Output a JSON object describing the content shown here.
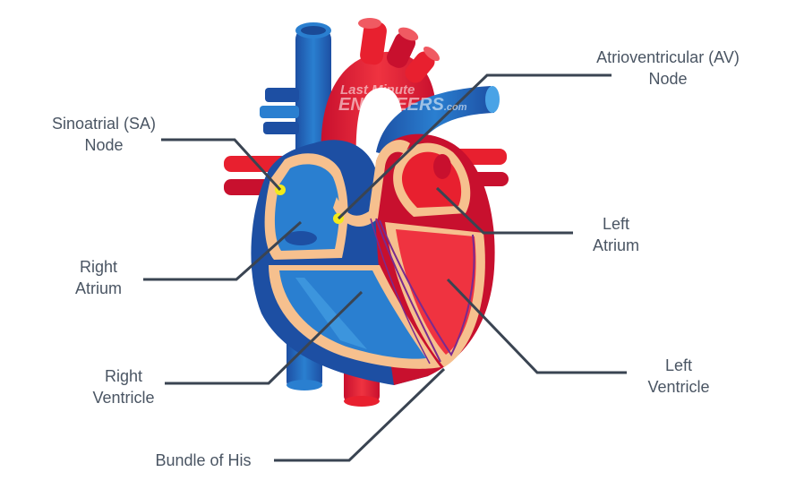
{
  "labels": {
    "sa_node": [
      "Sinoatrial (SA)",
      "Node"
    ],
    "av_node": [
      "Atrioventricular (AV)",
      "Node"
    ],
    "right_atrium": [
      "Right",
      "Atrium"
    ],
    "left_atrium": [
      "Left",
      "Atrium"
    ],
    "right_ventricle": [
      "Right",
      "Ventricle"
    ],
    "left_ventricle": [
      "Left",
      "Ventricle"
    ],
    "bundle_of_his": [
      "Bundle of His"
    ]
  },
  "watermark": {
    "line1": "Last Minute",
    "line2": "ENGINEERS",
    "suffix": ".com"
  },
  "colors": {
    "blue_dark": "#1d4fa3",
    "blue": "#2a7fd0",
    "blue_light": "#4aa3e6",
    "red_dark": "#c8102e",
    "red": "#e8202f",
    "red_light": "#f05a62",
    "tissue": "#f6c08e",
    "node": "#f2ea1a",
    "leader": "#3a4452"
  }
}
